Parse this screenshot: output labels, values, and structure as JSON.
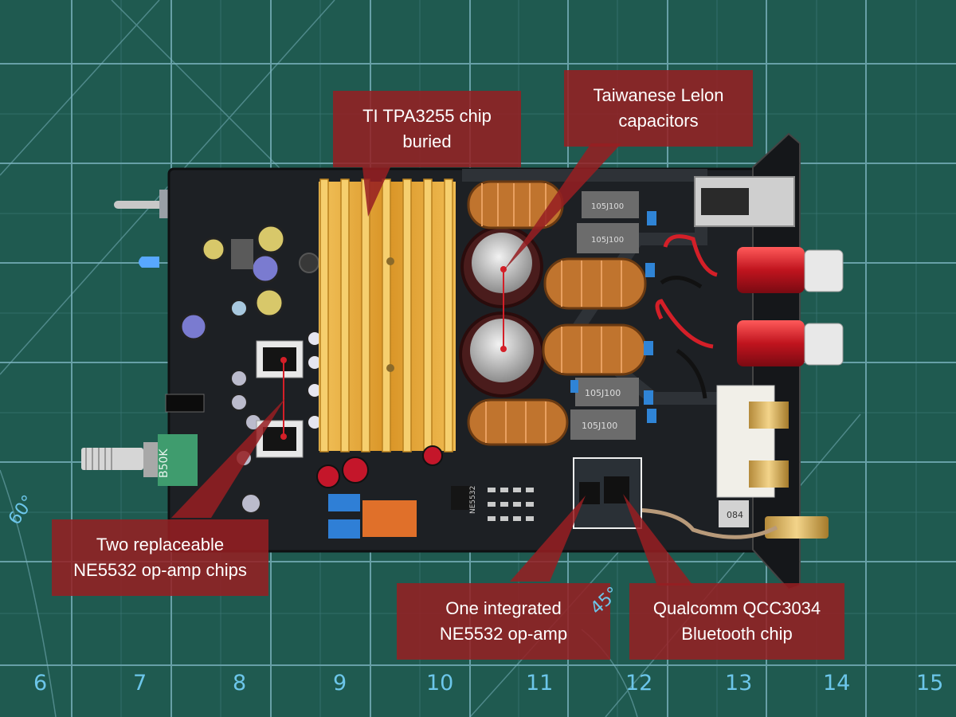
{
  "photo": {
    "subject": "amplifier-circuit-board",
    "colors": {
      "mat": "#1f5a50",
      "grid": "#7fb8c4",
      "board": "#1d2024",
      "heatsink": "#e2a43a",
      "callout": "#961e22",
      "ruler_text": "#6cc6ea",
      "copper": "#c0742e",
      "binding_post": "#c0141e"
    }
  },
  "callouts": {
    "tpa": "TI TPA3255 chip\nburied",
    "lelon": "Taiwanese Lelon\ncapacitors",
    "ne5532_pair": "Two replaceable\nNE5532 op-amp chips",
    "ne5532_single": "One integrated\nNE5532 op-amp",
    "qcc": "Qualcomm QCC3034\nBluetooth chip"
  },
  "ruler": {
    "numbers": [
      "6",
      "7",
      "8",
      "9",
      "10",
      "11",
      "12",
      "13",
      "14",
      "15"
    ],
    "angles": [
      "60°",
      "45°"
    ]
  },
  "board_labels": {
    "pot": "B50K",
    "cap_105j100": "105J100",
    "cap_105j100_b": "105J100",
    "cap_105j100_c": "105J100",
    "cap_105j100_d": "105J100",
    "ne5532_silk": "NE5532",
    "res_084": "084"
  }
}
